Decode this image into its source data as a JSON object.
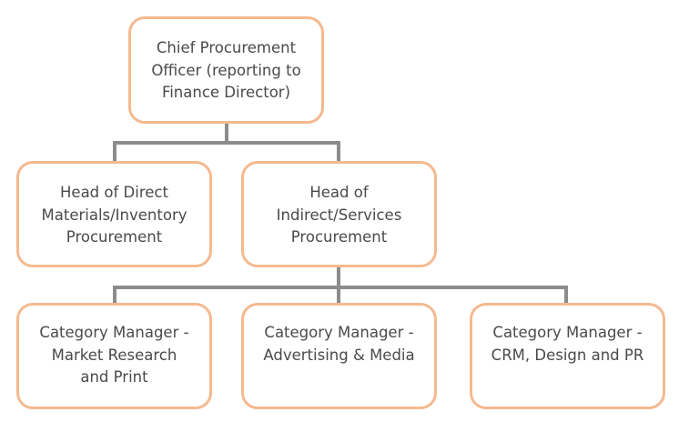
{
  "colors": {
    "box_border": "#f5b98f",
    "connector": "#8c8c8c",
    "text": "#4a4a4a"
  },
  "nodes": {
    "cpo": "Chief Procurement\nOfficer (reporting to\nFinance Director)",
    "head_direct": "Head of Direct\nMaterials/Inventory\nProcurement",
    "head_indirect": "Head of\nIndirect/Services\nProcurement",
    "cm_market_research": "Category Manager -\nMarket Research\nand Print",
    "cm_advertising": "Category Manager -\nAdvertising & Media",
    "cm_crm": "Category Manager -\nCRM, Design and PR"
  }
}
